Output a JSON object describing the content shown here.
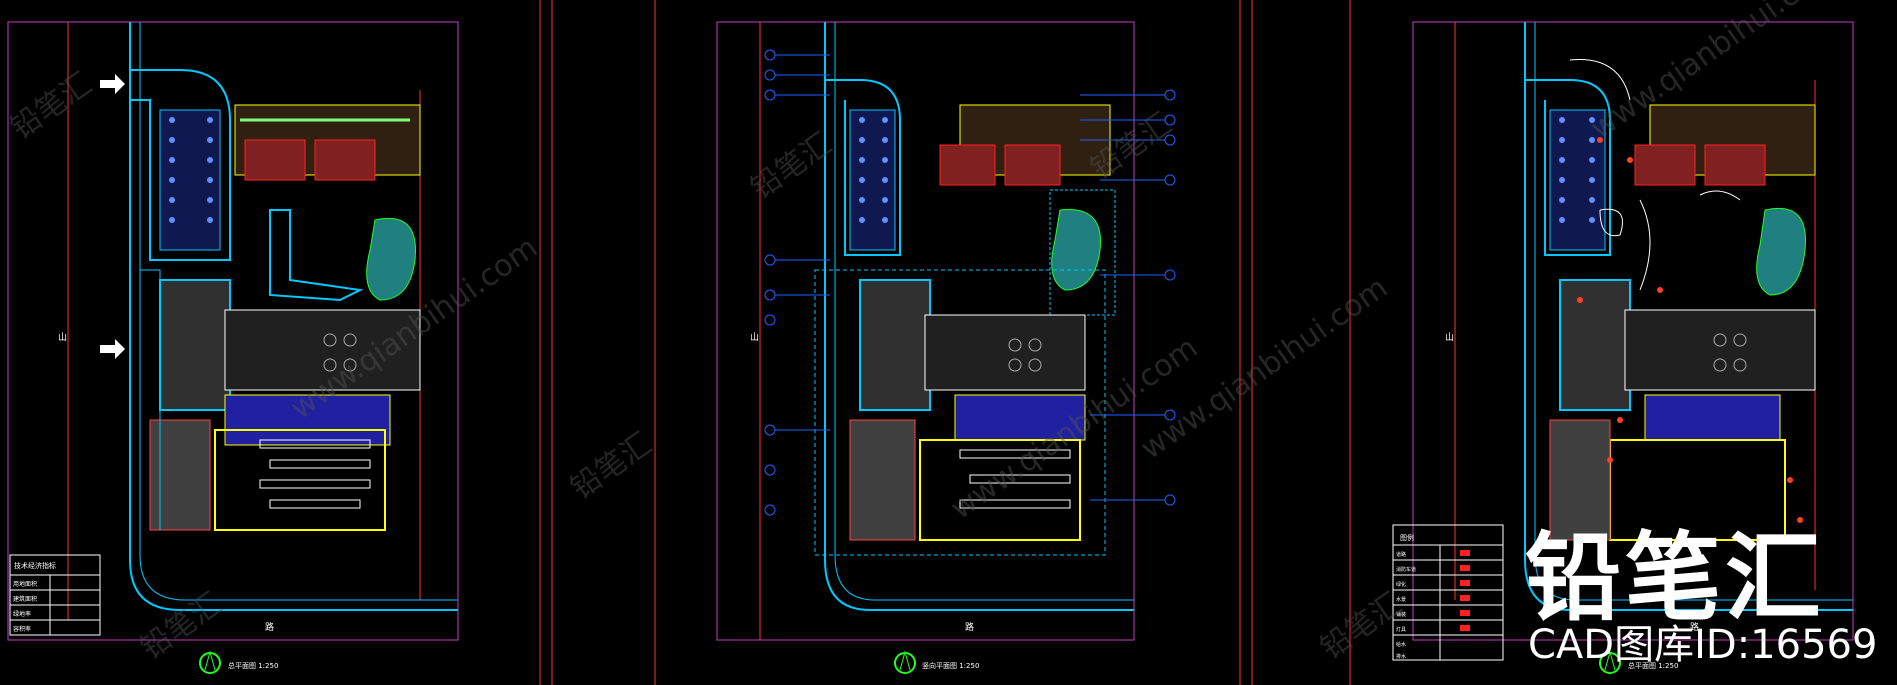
{
  "watermark": {
    "brand": "铅笔汇",
    "id_text": "CAD图库ID:16569",
    "diagonal_url": "www.qianbihui.com",
    "diagonal_brand": "铅笔汇"
  },
  "sheets": [
    {
      "road_label_left": "山",
      "road_label_bottom": "路",
      "scale_text": "总平面图 1:250",
      "legend": {
        "title": "技术经济指标",
        "rows": [
          "用地面积",
          "建筑面积",
          "绿地率",
          "容积率"
        ]
      }
    },
    {
      "road_label_left": "山",
      "road_label_bottom": "路",
      "scale_text": "竖向平面图 1:250"
    },
    {
      "road_label_left": "山",
      "road_label_bottom": "路",
      "scale_text": "总平面图 1:250",
      "legend": {
        "title": "图例",
        "rows": [
          "道路",
          "消防车道",
          "绿化",
          "水景",
          "铺装",
          "灯具",
          "给水",
          "排水"
        ]
      }
    }
  ],
  "colors": {
    "background": "#000000",
    "cyan": "#00c8ff",
    "red": "#ff2020",
    "yellow": "#ffff00",
    "magenta": "#c040c0",
    "blue": "#4040ff",
    "green": "#20c020"
  }
}
